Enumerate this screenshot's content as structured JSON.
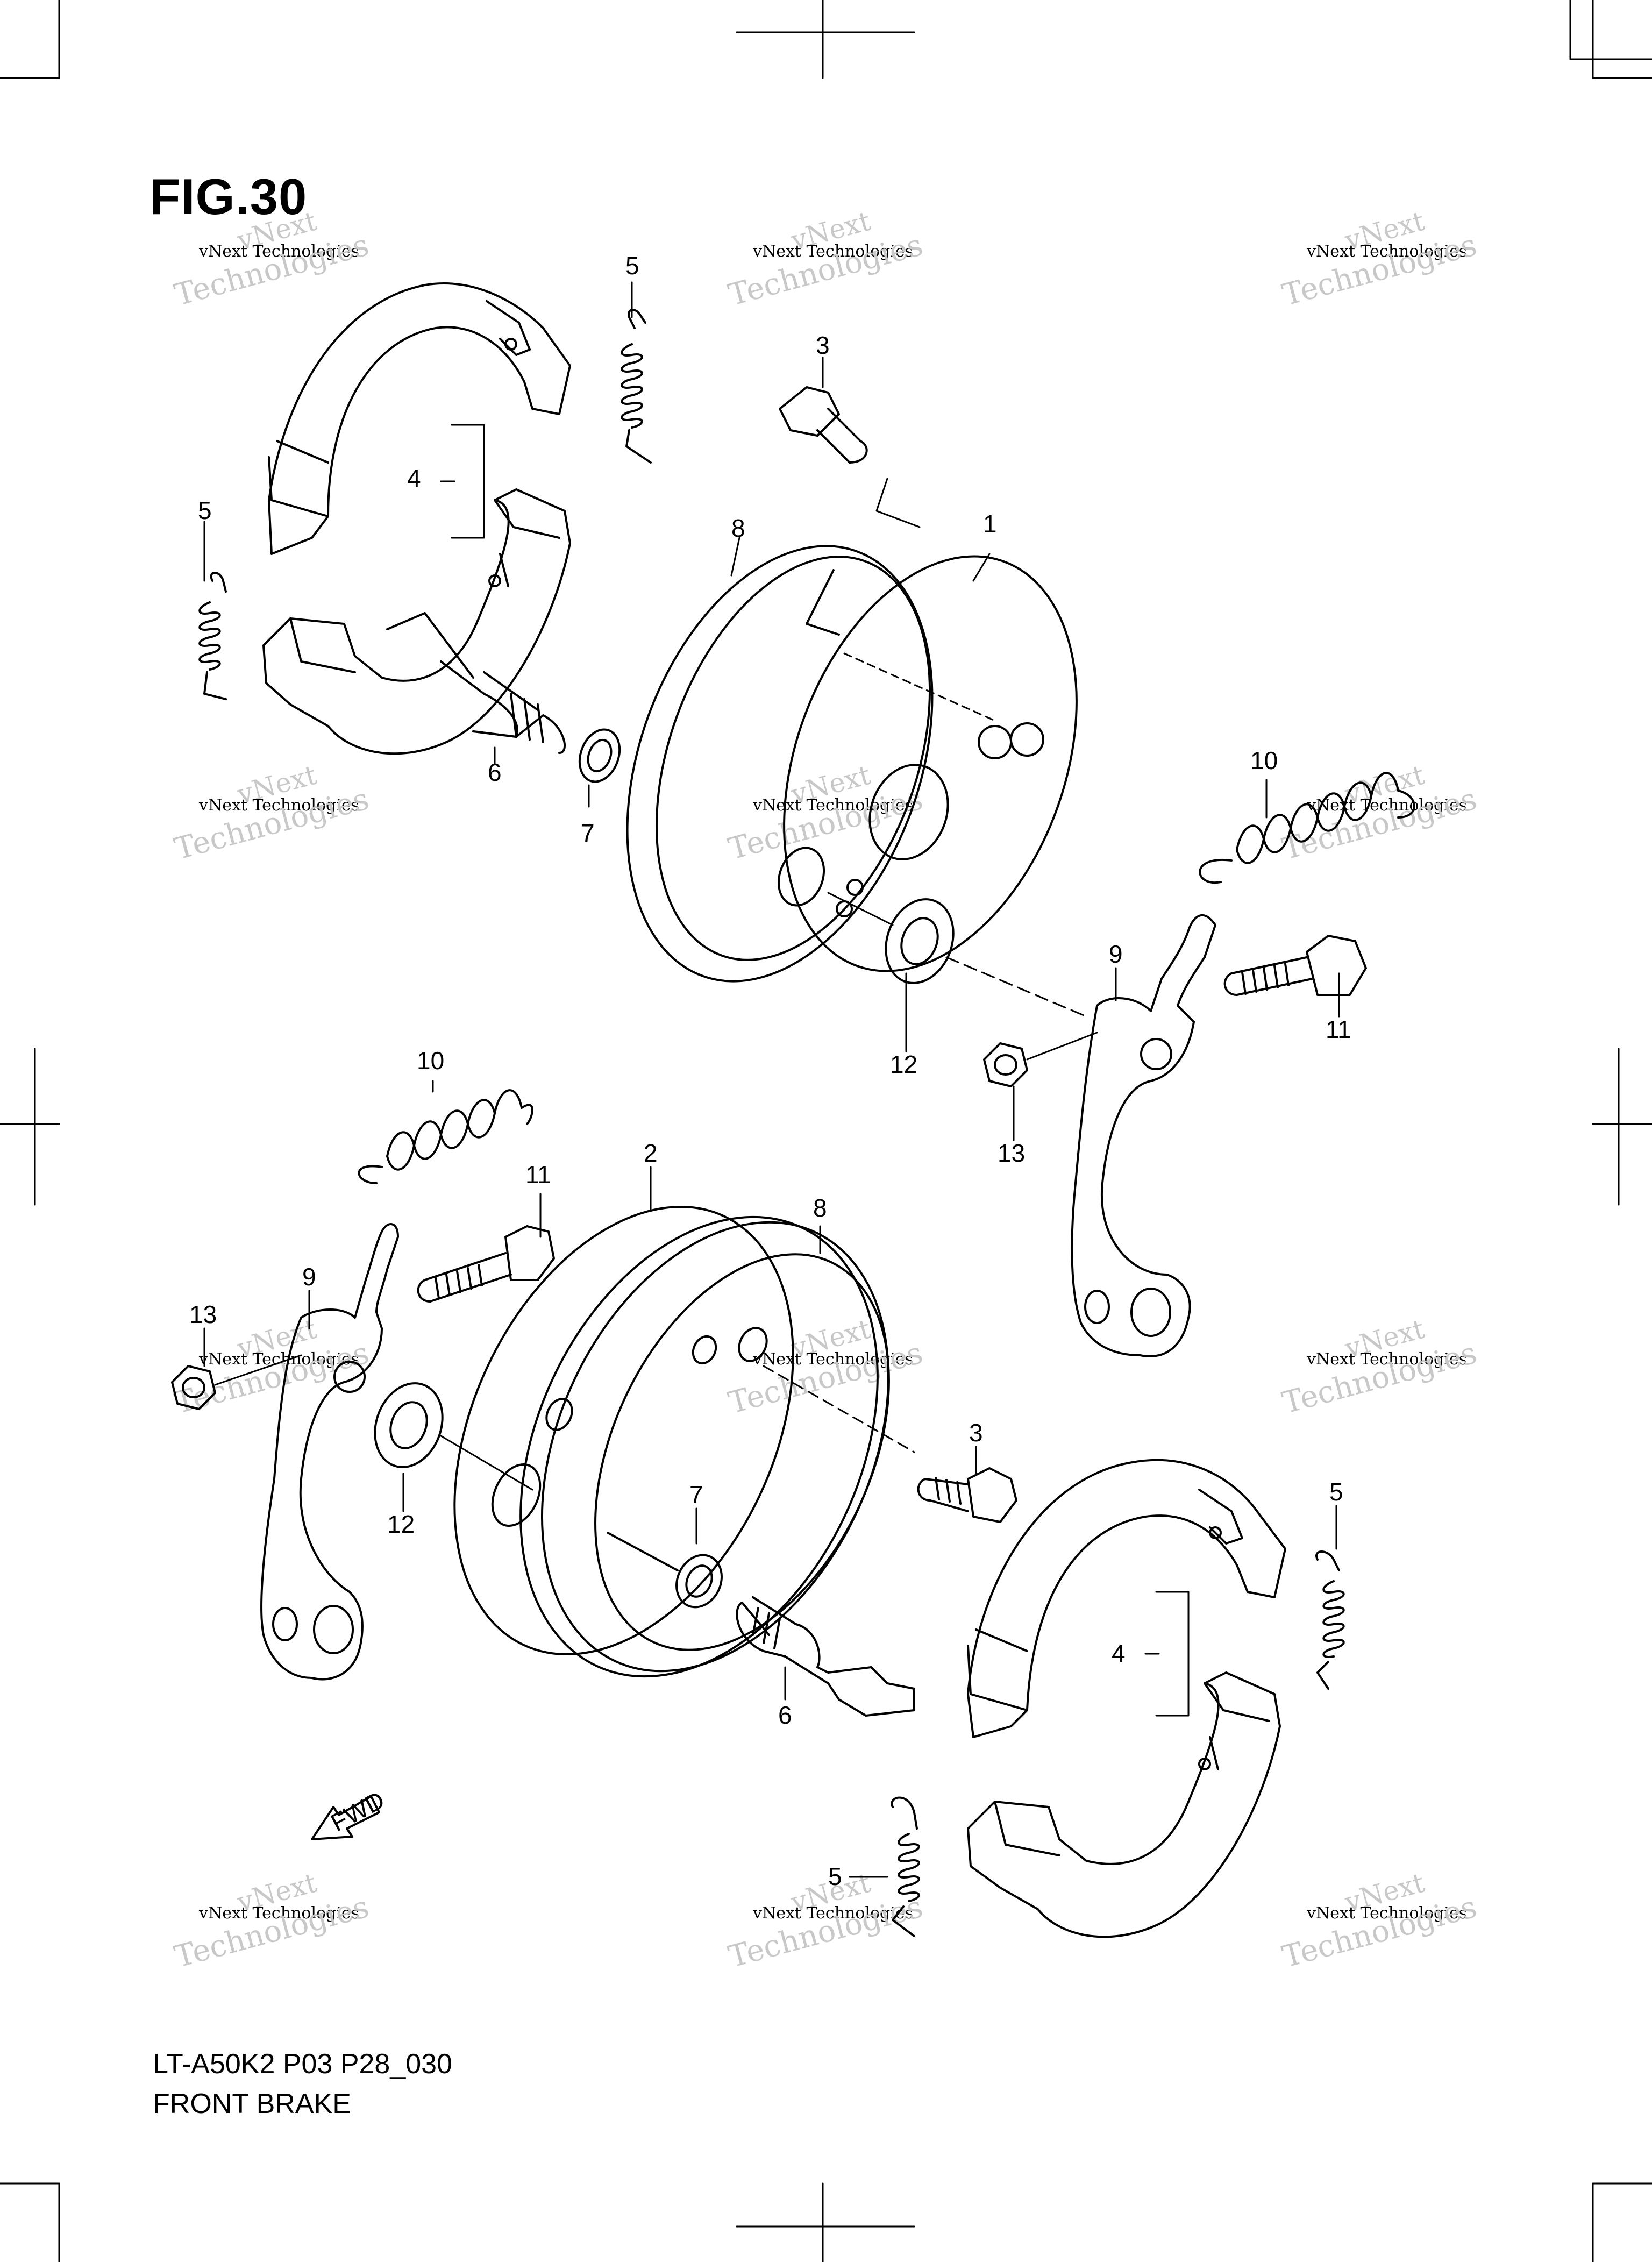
{
  "figure": {
    "title": "FIG.30",
    "model_code": "LT-A50K2 P03 P28_030",
    "section_name": "FRONT BRAKE"
  },
  "watermark": {
    "line1": "vNext Technologies",
    "line2": "vNext",
    "line3": "Technologies"
  },
  "callouts": [
    {
      "id": "c5a",
      "label": "5"
    },
    {
      "id": "c3a",
      "label": "3"
    },
    {
      "id": "c4a",
      "label": "4"
    },
    {
      "id": "c5b",
      "label": "5"
    },
    {
      "id": "c8a",
      "label": "8"
    },
    {
      "id": "c1",
      "label": "1"
    },
    {
      "id": "c6a",
      "label": "6"
    },
    {
      "id": "c7a",
      "label": "7"
    },
    {
      "id": "c10a",
      "label": "10"
    },
    {
      "id": "c9a",
      "label": "9"
    },
    {
      "id": "c11a",
      "label": "11"
    },
    {
      "id": "c12a",
      "label": "12"
    },
    {
      "id": "c13a",
      "label": "13"
    },
    {
      "id": "c10b",
      "label": "10"
    },
    {
      "id": "c2",
      "label": "2"
    },
    {
      "id": "c8b",
      "label": "8"
    },
    {
      "id": "c11b",
      "label": "11"
    },
    {
      "id": "c9b",
      "label": "9"
    },
    {
      "id": "c13b",
      "label": "13"
    },
    {
      "id": "c3b",
      "label": "3"
    },
    {
      "id": "c5c",
      "label": "5"
    },
    {
      "id": "c12b",
      "label": "12"
    },
    {
      "id": "c7b",
      "label": "7"
    },
    {
      "id": "c4b",
      "label": "4"
    },
    {
      "id": "c6b",
      "label": "6"
    },
    {
      "id": "c5d",
      "label": "5"
    }
  ],
  "fwd_label": "FWD",
  "colors": {
    "line": "#000000",
    "paper": "#ffffff",
    "watermark": "#c8c8c8"
  }
}
